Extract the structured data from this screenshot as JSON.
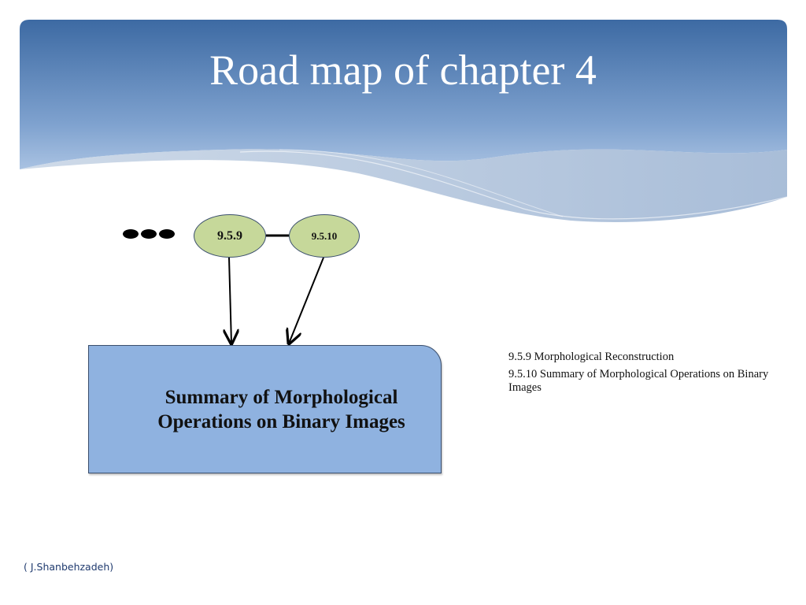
{
  "slide": {
    "title": "Road map of chapter 4",
    "credit": "( J.Shanbehzadeh)"
  },
  "diagram": {
    "nodes": [
      {
        "id": "9.5.9",
        "label": "9.5.9"
      },
      {
        "id": "9.5.10",
        "label": "9.5.10"
      }
    ],
    "target": {
      "lines": [
        "Summary of Morphological",
        "Operations on Binary Images"
      ]
    },
    "edges": [
      {
        "from": "9.5.9",
        "to": "9.5.10",
        "type": "line"
      },
      {
        "from": "9.5.9",
        "to": "target",
        "type": "arrow"
      },
      {
        "from": "9.5.10",
        "to": "target",
        "type": "arrow"
      }
    ],
    "continuation_marker": "ellipsis-dots"
  },
  "notes": [
    "9.5.9 Morphological Reconstruction",
    "9.5.10 Summary of Morphological Operations on Binary Images"
  ],
  "colors": {
    "header_top": "#3d6aa3",
    "header_bottom": "#a9c2e2",
    "node_fill": "#c6d89a",
    "box_fill": "#8fb2e0",
    "outline": "#3b4f6d"
  }
}
